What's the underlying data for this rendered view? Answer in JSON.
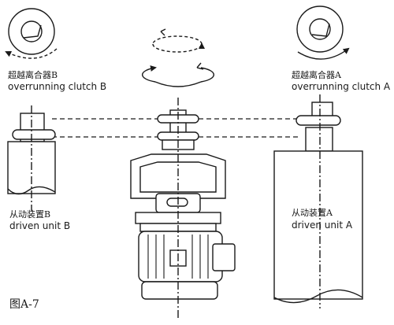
{
  "labels": {
    "clutch_b_zh": "超越离合器B",
    "clutch_b_en": "overrunning clutch B",
    "clutch_a_zh": "超越离合器A",
    "clutch_a_en": "overrunning clutch A",
    "driven_b_zh": "从动装置B",
    "driven_b_en": "driven unit B",
    "driven_a_zh": "从动装置A",
    "driven_a_en": "driven unit A",
    "figure": "图A-7"
  },
  "colors": {
    "ink": "#1a1a1a",
    "background": "#ffffff"
  }
}
